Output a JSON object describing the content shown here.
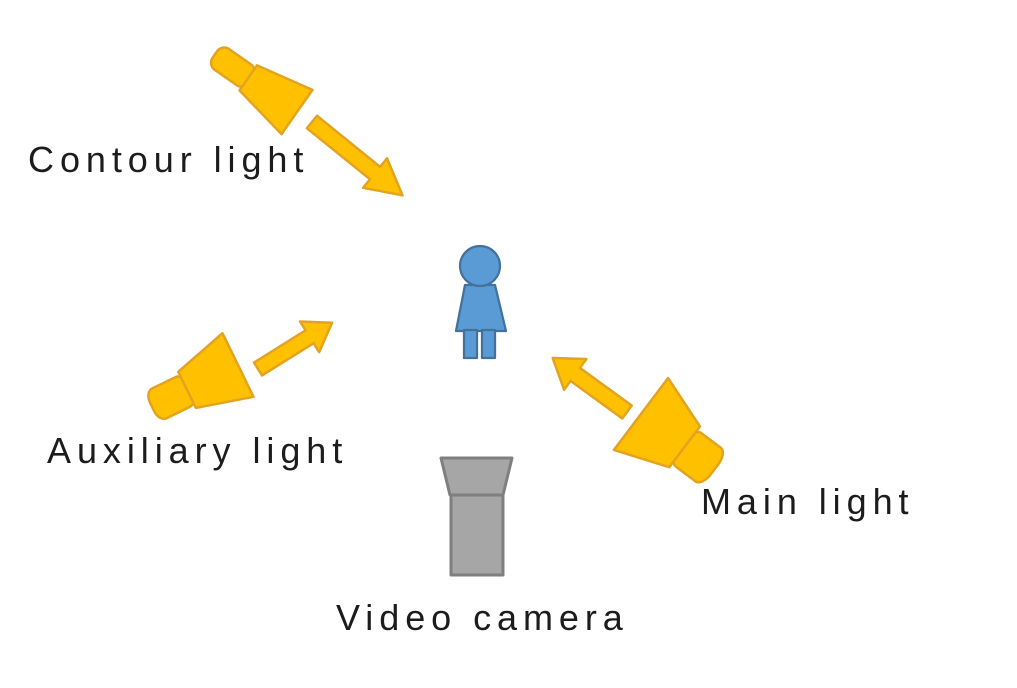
{
  "colors": {
    "background": "#FFFFFF",
    "light-fill": "#FFC000",
    "light-stroke": "#E2A321",
    "person-fill": "#5B9BD5",
    "person-stroke": "#41719C",
    "camera-fill": "#A6A6A6",
    "camera-stroke": "#7F7F7F",
    "label": "#1C1C1C"
  },
  "labels": {
    "contour": "Contour light",
    "auxiliary": "Auxiliary light",
    "main": "Main light",
    "camera": "Video camera"
  },
  "icons": {
    "contour_light": "spotlight-icon",
    "contour_beam": "arrow-down-right-icon",
    "auxiliary_light": "spotlight-icon",
    "auxiliary_beam": "arrow-up-right-icon",
    "main_light": "spotlight-icon",
    "main_beam": "arrow-up-left-icon",
    "subject": "person-icon",
    "camera": "video-camera-icon"
  }
}
